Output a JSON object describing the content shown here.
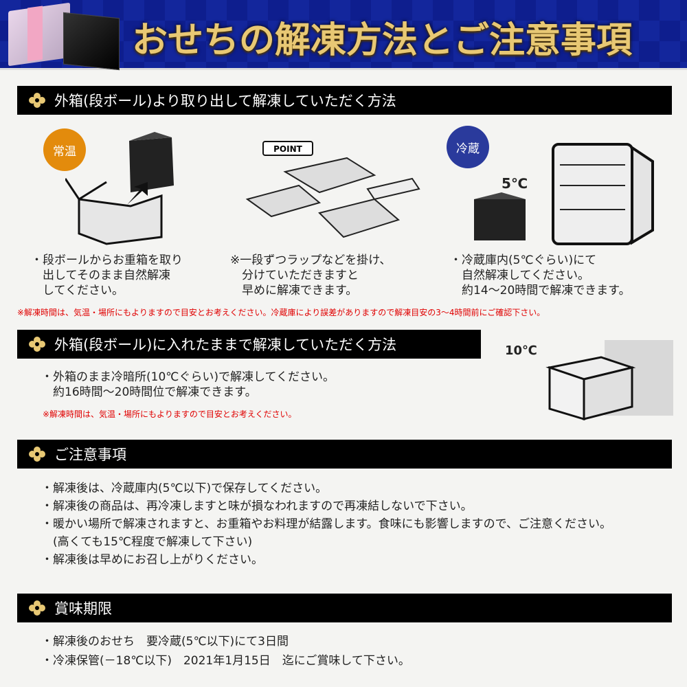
{
  "banner": {
    "title": "おせちの解凍方法とご注意事項"
  },
  "section1": {
    "title": "外箱(段ボール)より取り出して解凍していただく方法",
    "room": {
      "badge": "常温",
      "text": "・段ボールからお重箱を取り\n　出してそのまま自然解凍\n　してください。",
      "badge_color": "#e38b0c"
    },
    "point": {
      "label": "POINT",
      "text": "※一段ずつラップなどを掛け、\n　分けていただきますと\n　早めに解凍できます。"
    },
    "fridge": {
      "badge": "冷蔵",
      "temp": "5℃",
      "text": "・冷蔵庫内(5℃ぐらい)にて\n　自然解凍してください。\n　約14～20時間で解凍できます。",
      "badge_color": "#2a3a9c"
    },
    "note": "※解凍時間は、気温・場所にもよりますので目安とお考えください。冷蔵庫により誤差がありますので解凍目安の3～4時間前にご確認下さい。"
  },
  "section2": {
    "title": "外箱(段ボール)に入れたままで解凍していただく方法",
    "text": "・外箱のまま冷暗所(10℃ぐらい)で解凍してください。\n　約16時間～20時間位で解凍できます。",
    "temp": "10℃",
    "note": "※解凍時間は、気温・場所にもよりますので目安とお考えください。"
  },
  "section3": {
    "title": "ご注意事項",
    "text": "・解凍後は、冷蔵庫内(5℃以下)で保存してください。\n・解凍後の商品は、再冷凍しますと味が損なわれますので再凍結しないで下さい。\n・暖かい場所で解凍されますと、お重箱やお料理が結露します。食味にも影響しますので、ご注意ください。\n　(高くても15℃程度で解凍して下さい)\n・解凍後は早めにお召し上がりください。"
  },
  "section4": {
    "title": "賞味期限",
    "text": "・解凍後のおせち　要冷蔵(5℃以下)にて3日間\n・冷凍保管(－18℃以下)　2021年1月15日　迄にご賞味して下さい。"
  },
  "colors": {
    "note_red": "#e00000",
    "gold": "#e8c874",
    "navy": "#13269c"
  }
}
